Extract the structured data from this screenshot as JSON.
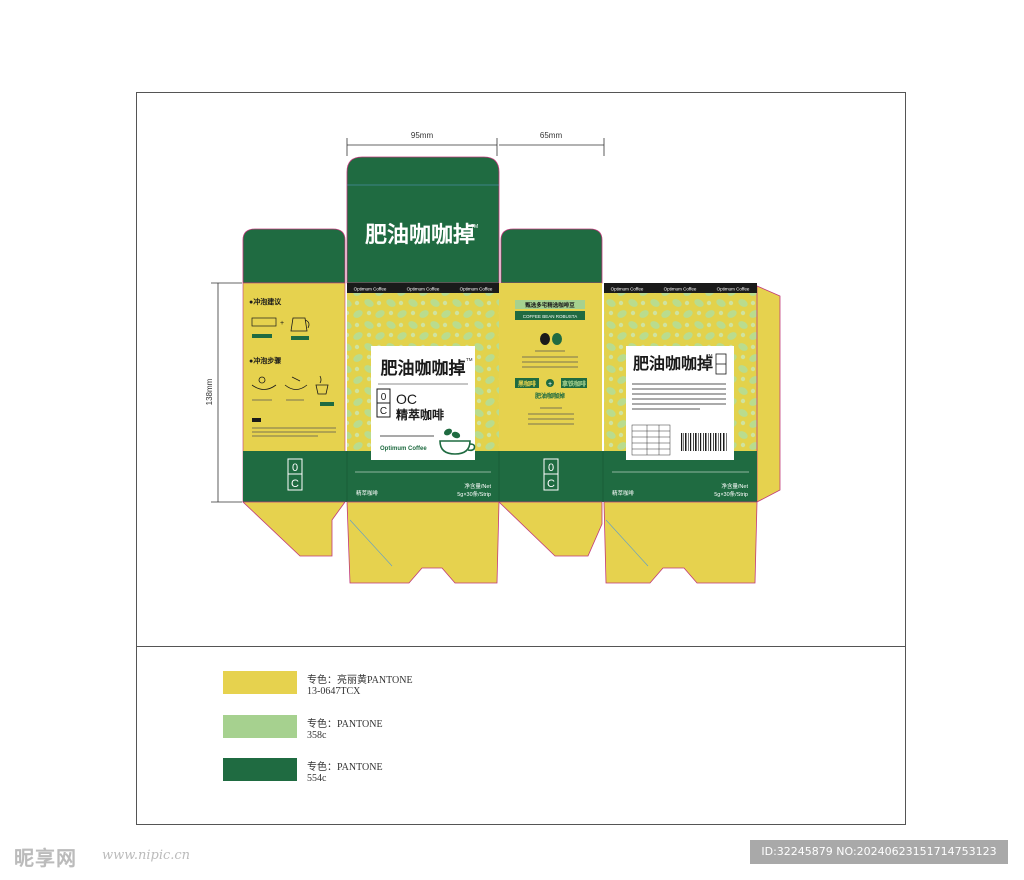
{
  "dimensions": {
    "width_label": "95mm",
    "depth_label": "65mm",
    "height_label": "138mm"
  },
  "brand": {
    "name": "肥油咖咖掉",
    "tm": "TM",
    "logo_mark_top": "0",
    "logo_mark_bottom": "C",
    "short": "OC",
    "product": "精萃咖啡",
    "tagline": "Optimum Coffee"
  },
  "strip_text": "Optimum Coffee",
  "side_panel": {
    "title": "甄选多宅精选咖啡豆",
    "subtitle": "COFFEE BEAN ROBUSTA",
    "tag_left": "黑咖啡",
    "plus": "+",
    "tag_right": "拿铁咖啡",
    "tag_bottom": "肥油咖咖掉"
  },
  "instructions": {
    "title1": "●冲泡建议",
    "title2": "●冲泡步骤"
  },
  "net": {
    "label": "净含量/Net",
    "value": "5g×30条/Strip"
  },
  "product_bottom_label": "精萃咖啡",
  "colors": {
    "dark_green": "#1f6b41",
    "yellow": "#e6d24e",
    "light_green": "#a6d18f",
    "cutline": "#c0397a"
  },
  "legend": [
    {
      "label_line1": "专色：亮丽黄PANTONE",
      "label_line2": "13-0647TCX",
      "color": "#e6d24e"
    },
    {
      "label_line1": "专色：PANTONE",
      "label_line2": "358c",
      "color": "#a6d18f"
    },
    {
      "label_line1": "专色：PANTONE",
      "label_line2": "554c",
      "color": "#1f6b41"
    }
  ],
  "watermark": {
    "site": "昵享网",
    "url": "www.nipic.cn",
    "id_text": "ID:32245879 NO:20240623151714753123"
  }
}
